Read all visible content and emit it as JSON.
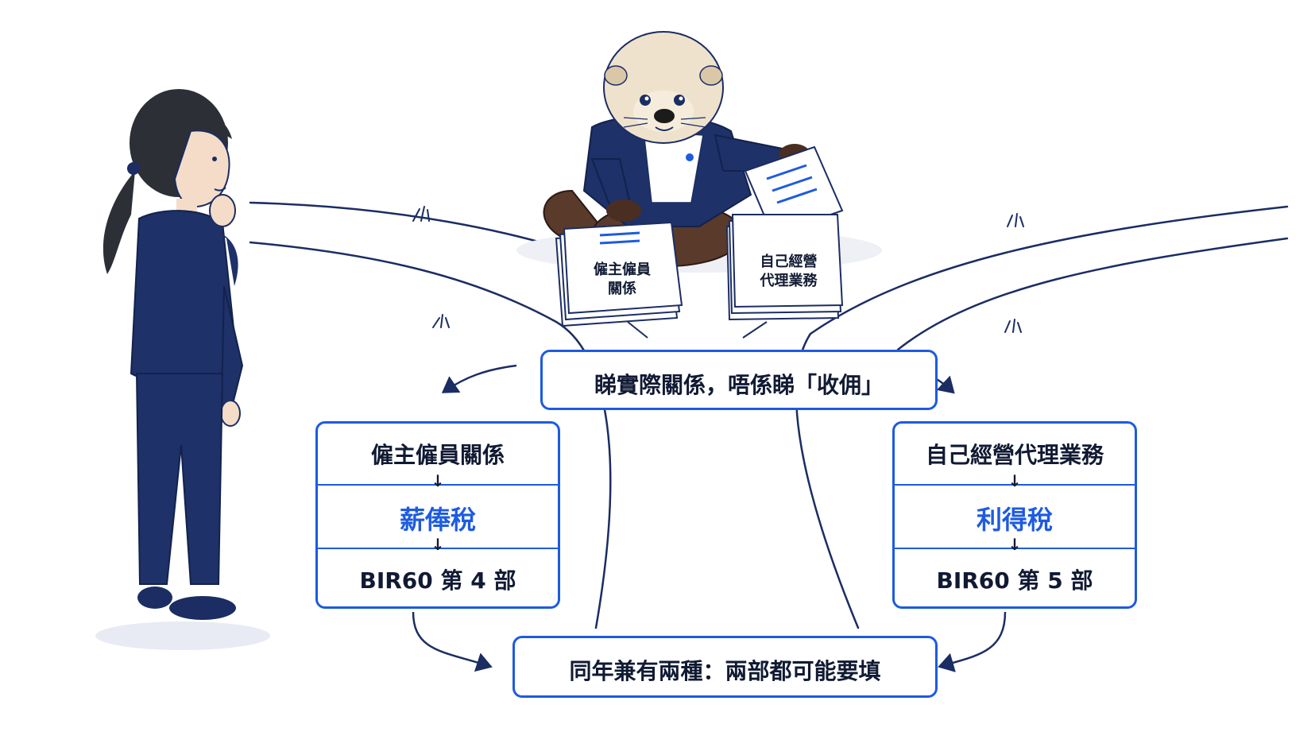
{
  "colors": {
    "accent": "#1d5be0",
    "navy": "#1b2d63",
    "text": "#111a33"
  },
  "papers": {
    "left": [
      "僱主僱員",
      "關係"
    ],
    "right": [
      "自己經營",
      "代理業務"
    ]
  },
  "top_box": {
    "label": "睇實際關係，唔係睇「收佣」"
  },
  "left_box": {
    "row1": "僱主僱員關係",
    "row2": "薪俸稅",
    "row3": "BIR60 第 4 部"
  },
  "right_box": {
    "row1": "自己經營代理業務",
    "row2": "利得稅",
    "row3": "BIR60 第 5 部"
  },
  "bottom_box": {
    "label": "同年兼有兩種：兩部都可能要填"
  }
}
